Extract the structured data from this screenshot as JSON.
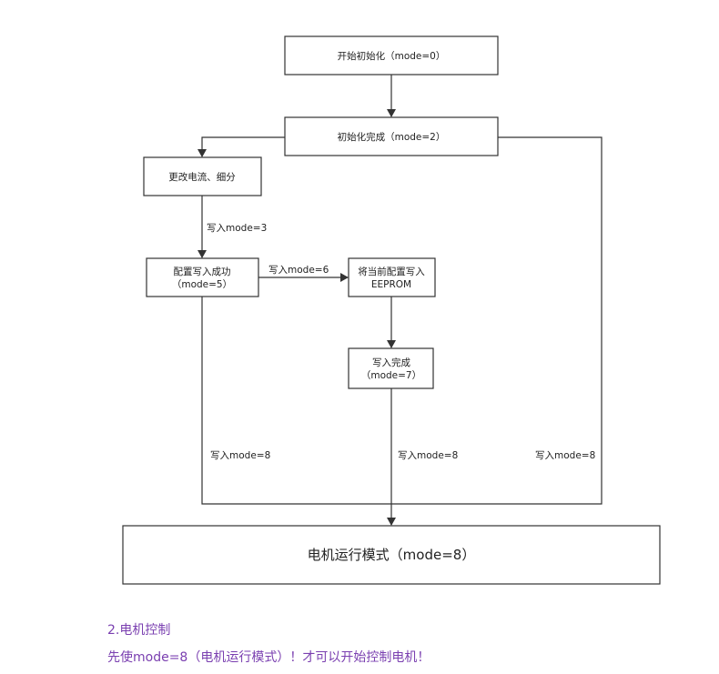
{
  "diagram": {
    "nodes": {
      "init_start": {
        "lines": [
          "开始初始化（mode=0）"
        ]
      },
      "init_done": {
        "lines": [
          "初始化完成（mode=2）"
        ]
      },
      "change_current": {
        "lines": [
          "更改电流、细分"
        ]
      },
      "config_write_ok": {
        "lines": [
          "配置写入成功",
          "（mode=5）"
        ]
      },
      "write_eeprom": {
        "lines": [
          "将当前配置写入",
          "EEPROM"
        ]
      },
      "write_done": {
        "lines": [
          "写入完成",
          "（mode=7）"
        ]
      },
      "motor_run": {
        "lines": [
          "电机运行模式（mode=8）"
        ]
      }
    },
    "edge_labels": {
      "write_mode_3": "写入mode=3",
      "write_mode_6": "写入mode=6",
      "write_mode_8_left": "写入mode=8",
      "write_mode_8_center": "写入mode=8",
      "write_mode_8_right": "写入mode=8"
    }
  },
  "notes": {
    "heading": "2.电机控制",
    "body": "先使mode=8（电机运行模式）！才可以开始控制电机！"
  },
  "colors": {
    "note_text": "#7a3fb0",
    "stroke": "#333333"
  }
}
